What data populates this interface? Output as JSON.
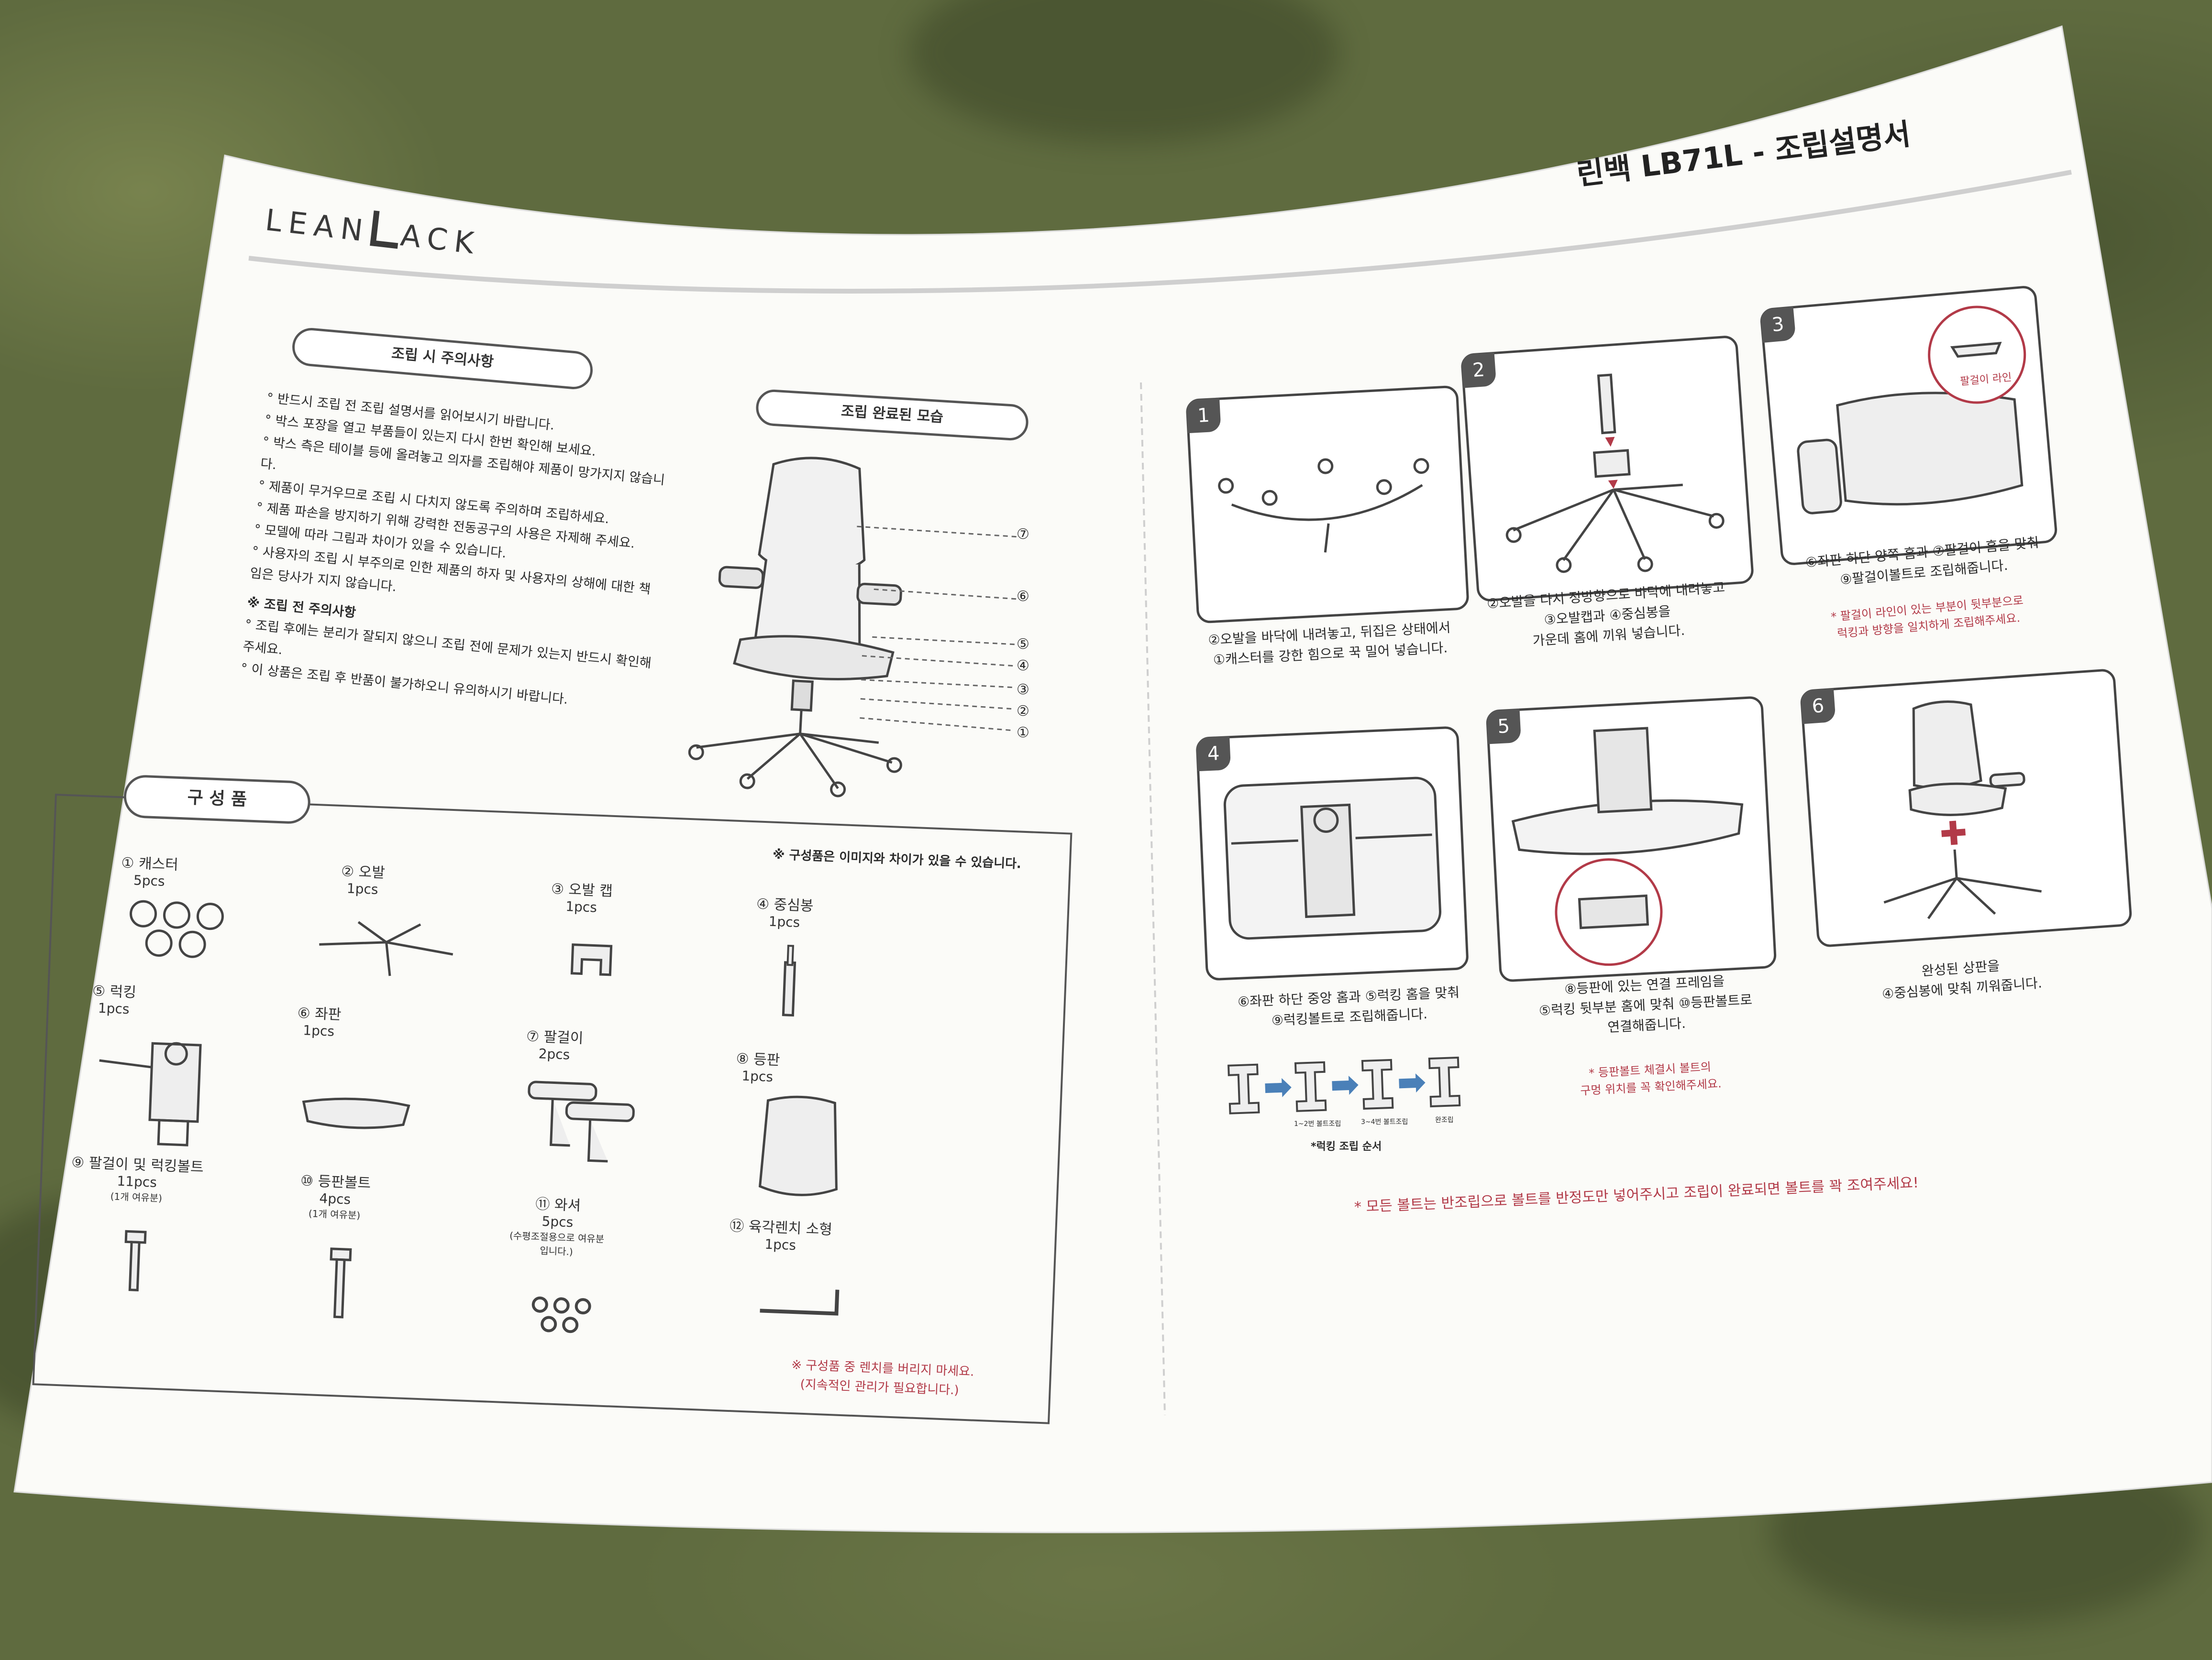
{
  "brand": {
    "logo_left": "LEAN",
    "logo_right": "ACK"
  },
  "title": "린백 LB71L - 조립설명서",
  "cautions": {
    "heading": "조립 시 주의사항",
    "items": [
      "반드시 조립 전 조립 설명서를 읽어보시기 바랍니다.",
      "박스 포장을 열고 부품들이 있는지 다시 한번 확인해 보세요.",
      "박스 측은 테이블 등에 올려놓고 의자를 조립해야 제품이 망가지지 않습니다.",
      "제품이 무거우므로 조립 시 다치지 않도록 주의하며 조립하세요.",
      "제품 파손을 방지하기 위해 강력한 전동공구의 사용은 자제해 주세요.",
      "모델에 따라 그림과 차이가 있을 수 있습니다.",
      "사용자의 조립 시 부주의로 인한 제품의 하자 및 사용자의 상해에 대한 책임은 당사가 지지 않습니다."
    ],
    "pre_heading": "※ 조립 전 주의사항",
    "pre_items": [
      "조립 후에는 분리가 잘되지 않으니 조립 전에 문제가 있는지 반드시 확인해 주세요.",
      "이 상품은 조립 후 반품이 불가하오니 유의하시기 바랍니다."
    ]
  },
  "completed": {
    "heading": "조립 완료된 모습",
    "callouts": [
      "⑦",
      "⑥",
      "⑤",
      "④",
      "③",
      "②",
      "①"
    ]
  },
  "parts": {
    "heading": "구 성 품",
    "note": "※ 구성품은 이미지와 차이가 있을 수 있습니다.",
    "items": [
      {
        "name": "① 캐스터",
        "qty": "5pcs",
        "extra": ""
      },
      {
        "name": "② 오발",
        "qty": "1pcs",
        "extra": ""
      },
      {
        "name": "③ 오발 캡",
        "qty": "1pcs",
        "extra": ""
      },
      {
        "name": "④ 중심봉",
        "qty": "1pcs",
        "extra": ""
      },
      {
        "name": "⑤ 럭킹",
        "qty": "1pcs",
        "extra": ""
      },
      {
        "name": "⑥ 좌판",
        "qty": "1pcs",
        "extra": ""
      },
      {
        "name": "⑦ 팔걸이",
        "qty": "2pcs",
        "extra": ""
      },
      {
        "name": "⑧ 등판",
        "qty": "1pcs",
        "extra": ""
      },
      {
        "name": "⑨ 팔걸이 및 럭킹볼트",
        "qty": "11pcs",
        "extra": "(1개 여유분)"
      },
      {
        "name": "⑩ 등판볼트",
        "qty": "4pcs",
        "extra": "(1개 여유분)"
      },
      {
        "name": "⑪ 와셔",
        "qty": "5pcs",
        "extra": "(수평조절용으로 여유분입니다.)"
      },
      {
        "name": "⑫ 육각렌치 소형",
        "qty": "1pcs",
        "extra": ""
      }
    ],
    "wrench_note_1": "※ 구성품 중 렌치를 버리지 마세요.",
    "wrench_note_2": "(지속적인 관리가 필요합니다.)"
  },
  "steps": [
    {
      "num": "1",
      "caption_1": "②오발을 바닥에 내려놓고, 뒤집은 상태에서",
      "caption_2": "①캐스터를 강한 힘으로 꾹 밀어 넣습니다.",
      "note_1": "",
      "note_2": ""
    },
    {
      "num": "2",
      "caption_1": "②오발을 다시 정방향으로 바닥에 내려놓고",
      "caption_2": "③오발캡과 ④중심봉을",
      "caption_3": "가운데 홈에 끼워 넣습니다.",
      "note_1": "",
      "note_2": ""
    },
    {
      "num": "3",
      "caption_1": "⑥좌판 하단 양쪽 홈과 ⑦팔걸이 홈을 맞춰",
      "caption_2": "⑨팔걸이볼트로 조립해줍니다.",
      "note_1": "* 팔걸이 라인이 있는 부분이 뒷부분으로",
      "note_2": "럭킹과 방향을 일치하게 조립해주세요.",
      "circle_label": "팔걸이 라인"
    },
    {
      "num": "4",
      "caption_1": "⑥좌판 하단 중앙 홈과 ⑤럭킹 홈을 맞춰",
      "caption_2": "⑨럭킹볼트로 조립해줍니다.",
      "note_1": "",
      "note_2": "",
      "seq_label": "*럭킹 조립 순서",
      "seq": [
        "1~2번 볼트조립",
        "3~4번 볼트조립",
        "완조립"
      ]
    },
    {
      "num": "5",
      "caption_1": "⑧등판에 있는 연결 프레임을",
      "caption_2": "⑤럭킹 뒷부분 홈에 맞춰 ⑩등판볼트로",
      "caption_3": "연결해줍니다.",
      "note_1": "* 등판볼트 체결시 볼트의",
      "note_2": "구멍 위치를 꼭 확인해주세요."
    },
    {
      "num": "6",
      "caption_1": "완성된 상판을",
      "caption_2": "④중심봉에 맞춰 끼워줍니다.",
      "note_1": "",
      "note_2": ""
    }
  ],
  "footer_note": "* 모든 볼트는 반조립으로 볼트를 반정도만 넣어주시고 조립이 완료되면 볼트를 꽉 조여주세요!",
  "colors": {
    "accent_red": "#b23a48",
    "line_gray": "#555555",
    "fabric_green": "#5f6b3f"
  }
}
